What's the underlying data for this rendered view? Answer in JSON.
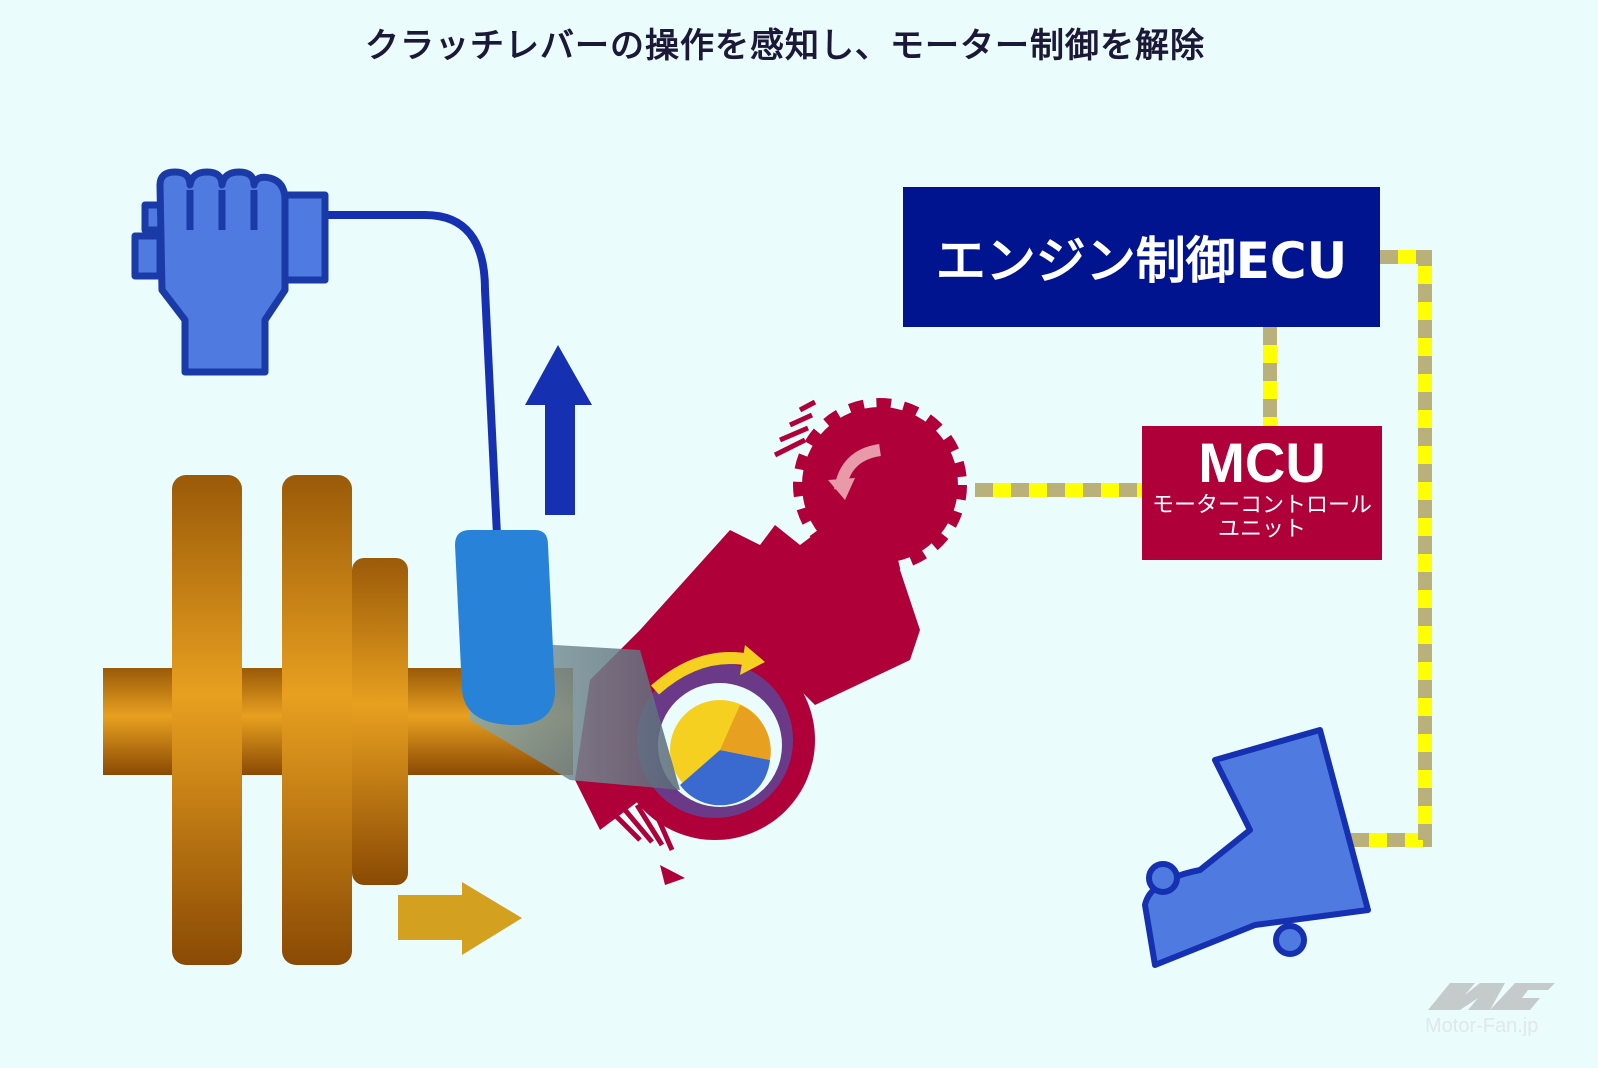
{
  "title": "クラッチレバーの操作を感知し、モーター制御を解除",
  "ecu": {
    "label": "エンジン制御ECU",
    "color": "#00148f"
  },
  "mcu": {
    "label": "MCU",
    "sub1": "モーターコントロール",
    "sub2": "ユニット",
    "color": "#b0003a"
  },
  "watermark": {
    "logo": "MF",
    "text": "Motor-Fan.jp"
  },
  "icons": [
    "hand-icon",
    "up-arrow-icon",
    "clutch-plates",
    "clutch-lever",
    "sector-gear",
    "motor-gear",
    "boot-icon",
    "right-arrow-icon"
  ]
}
